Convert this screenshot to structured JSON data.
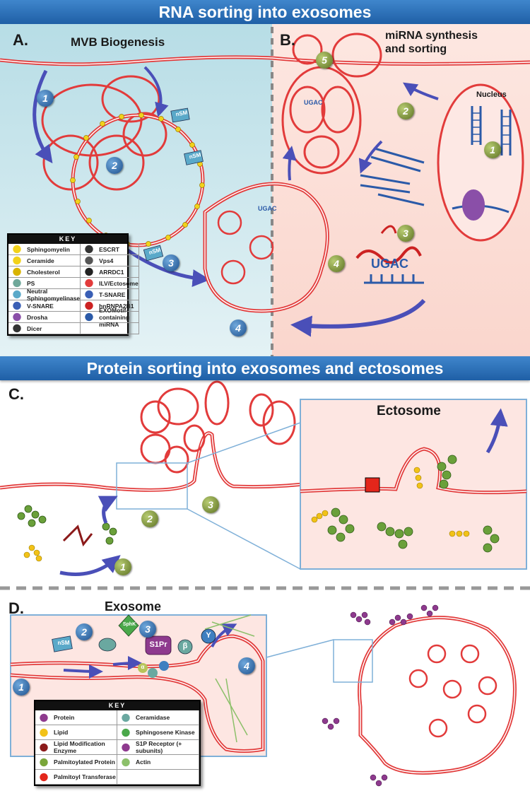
{
  "banners": {
    "top": "RNA sorting into exosomes",
    "middle": "Protein sorting into exosomes and ectosomes"
  },
  "panel_a": {
    "letter": "A.",
    "title": "MVB Biogenesis",
    "steps": [
      "1",
      "2",
      "3",
      "4"
    ],
    "nsm_tags": [
      "nSM",
      "nSM",
      "nSM"
    ]
  },
  "panel_b": {
    "letter": "B.",
    "title_line1": "miRNA synthesis",
    "title_line2": "and sorting",
    "nucleus": "Nucleus",
    "motif": "UGAC",
    "steps": [
      "1",
      "2",
      "3",
      "4",
      "5"
    ]
  },
  "key_a": {
    "header": "KEY",
    "items": [
      {
        "label": "Sphingomyelin",
        "icon": "sphingomyelin-icon",
        "color": "#f2d21b"
      },
      {
        "label": "ESCRT",
        "icon": "escrt-icon",
        "color": "#333333"
      },
      {
        "label": "Ceramide",
        "icon": "ceramide-icon",
        "color": "#f2d21b"
      },
      {
        "label": "Vps4",
        "icon": "vps4-icon",
        "color": "#555555"
      },
      {
        "label": "Cholesterol",
        "icon": "cholesterol-icon",
        "color": "#d9b400"
      },
      {
        "label": "ARRDC1",
        "icon": "arrdc1-icon",
        "color": "#222222"
      },
      {
        "label": "PS",
        "icon": "ps-icon",
        "color": "#6fa89a"
      },
      {
        "label": "ILV/Ectosome",
        "icon": "ilv-icon",
        "color": "#e23b3b"
      },
      {
        "label": "Neutral Sphingomyelinase",
        "icon": "nsm-icon",
        "color": "#5aa9c9"
      },
      {
        "label": "T-SNARE",
        "icon": "tsnare-icon",
        "color": "#3a5fb5"
      },
      {
        "label": "V-SNARE",
        "icon": "vsnare-icon",
        "color": "#3a5fb5"
      },
      {
        "label": "hnRNPA2B1",
        "icon": "hnrnpa2b1-icon",
        "color": "#cc2222"
      },
      {
        "label": "Drosha",
        "icon": "drosha-icon",
        "color": "#8a4fa8"
      },
      {
        "label": "EXOMotif-containing miRNA",
        "icon": "mirna-icon",
        "color": "#2b5aa8"
      },
      {
        "label": "Dicer",
        "icon": "dicer-icon",
        "color": "#333333"
      },
      {
        "label": "",
        "icon": "",
        "color": "#ffffff"
      }
    ]
  },
  "panel_c": {
    "letter": "C.",
    "inset_title": "Ectosome",
    "steps": [
      "1",
      "2",
      "3"
    ]
  },
  "panel_d": {
    "letter": "D.",
    "title": "Exosome",
    "steps": [
      "1",
      "2",
      "3",
      "4"
    ],
    "nsm": "nSM",
    "sphk": "SphK",
    "s1pr": "S1Pr",
    "beta": "β",
    "gamma": "Y",
    "alpha": "α"
  },
  "key_d": {
    "header": "KEY",
    "items": [
      {
        "label": "Protein",
        "icon": "protein-icon",
        "color": "#8e3a8e"
      },
      {
        "label": "Ceramidase",
        "icon": "ceramidase-icon",
        "color": "#6aa8a0"
      },
      {
        "label": "Lipid",
        "icon": "lipid-icon",
        "color": "#f2c218"
      },
      {
        "label": "Sphingosene Kinase",
        "icon": "sphk-icon",
        "color": "#4aa84a"
      },
      {
        "label": "Lipid Modification Enzyme",
        "icon": "lipid-enzyme-icon",
        "color": "#8b1a1a"
      },
      {
        "label": "S1P Receptor (+ subunits)",
        "icon": "s1pr-icon",
        "color": "#8e3a8e"
      },
      {
        "label": "Palmitoylated Protein",
        "icon": "palmitoylated-icon",
        "color": "#7aa63a"
      },
      {
        "label": "Actin",
        "icon": "actin-icon",
        "color": "#8cc06a"
      },
      {
        "label": "Palmitoyl Transferase",
        "icon": "palmitoyl-transferase-icon",
        "color": "#e3261b"
      },
      {
        "label": "",
        "icon": "",
        "color": "#ffffff"
      }
    ]
  },
  "colors": {
    "membrane": "#e23b3b",
    "panel_a_bg": "#cbe6ec",
    "panel_b_bg": "#fbe1da",
    "arrow": "#4a4fb8",
    "inset_border": "#7fb0d8"
  }
}
